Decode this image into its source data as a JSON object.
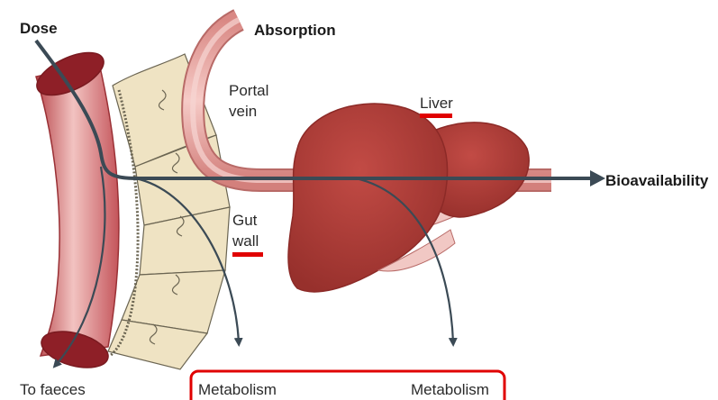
{
  "labels": {
    "dose": "Dose",
    "absorption": "Absorption",
    "portal_vein_line1": "Portal",
    "portal_vein_line2": "vein",
    "liver": "Liver",
    "bioavailability": "Bioavailability",
    "gut_wall_line1": "Gut",
    "gut_wall_line2": "wall",
    "to_faeces": "To faeces",
    "metabolism_gut": "Metabolism",
    "metabolism_liver": "Metabolism"
  },
  "colors": {
    "gut_tube": "#c8585b",
    "gut_tube_light": "#f3c9c6",
    "gut_tube_dark": "#8e1f27",
    "villi": "#efe3c3",
    "villi_stroke": "#6b6552",
    "vein": "#e7a5a2",
    "liver": "#b23f3a",
    "liver_dark": "#8c2a27",
    "liver_ligament": "#f1c8c4",
    "arrow": "#3b4a55",
    "highlight_red": "#e00000"
  }
}
